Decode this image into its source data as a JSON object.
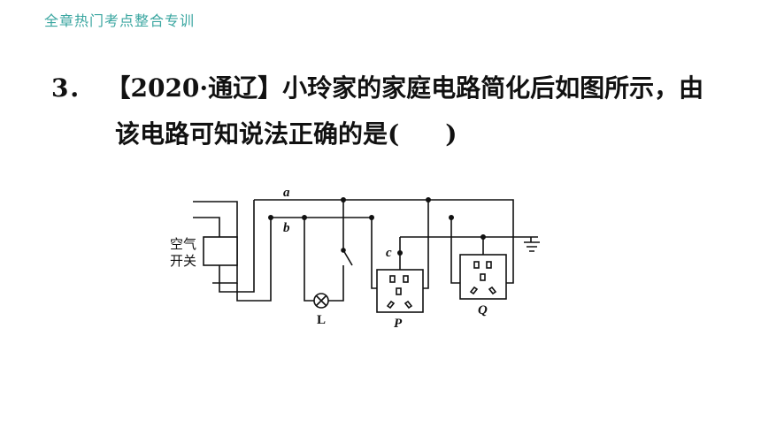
{
  "header": {
    "title": "全章热门考点整合专训"
  },
  "question": {
    "number": "3．",
    "tag": "【2020·通辽】",
    "line1": "小玲家的家庭电路简化后如图所示，由",
    "line2_a": "该电路可知说法正确的是(",
    "line2_b": ")"
  },
  "circuit": {
    "breaker_label_1": "空气",
    "breaker_label_2": "开关",
    "wire_a": "a",
    "wire_b": "b",
    "point_c": "c",
    "lamp": "L",
    "socket_p": "P",
    "socket_q": "Q"
  }
}
